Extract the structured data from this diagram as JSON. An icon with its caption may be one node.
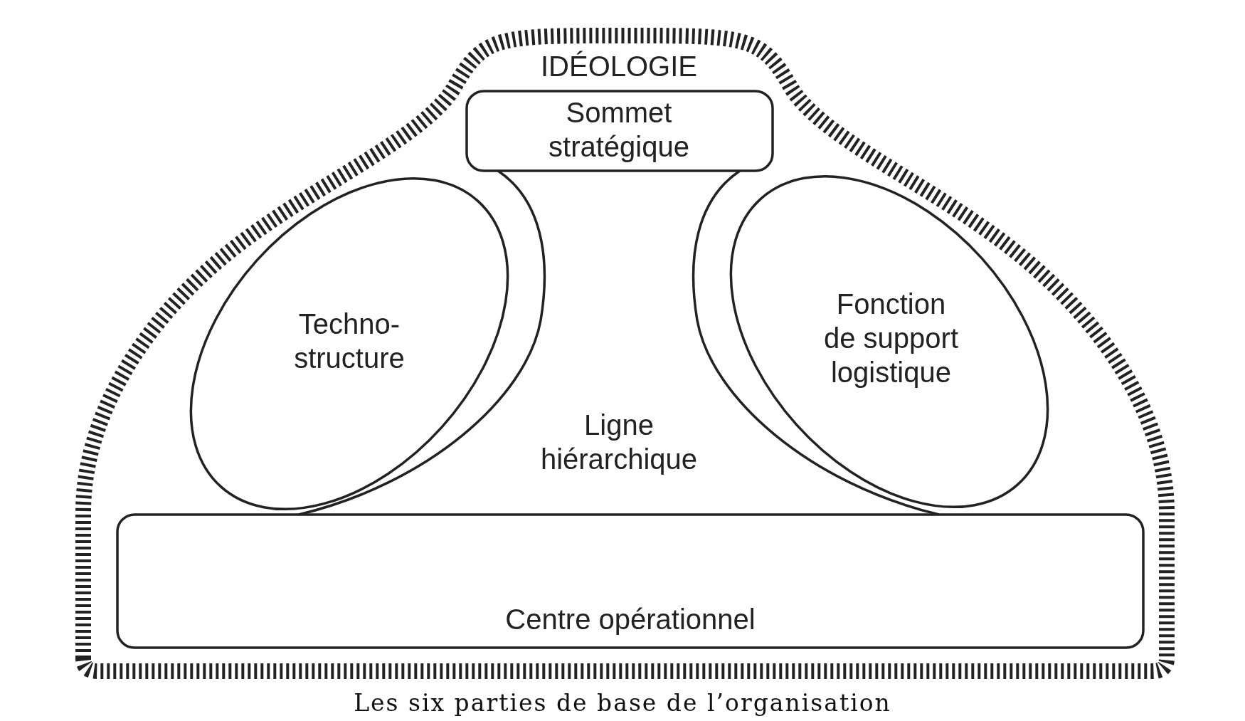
{
  "diagram": {
    "caption": "Les six parties de base de l’organisation",
    "nodes": [
      {
        "text": [
          "IDÉOLOGIE"
        ]
      },
      {
        "text": [
          "Sommet stratégique"
        ],
        "in": 0
      },
      {
        "text": [
          "Techno- structure"
        ],
        "in": 0
      },
      {
        "text": [
          "Fonction de support logistique"
        ],
        "in": 0
      },
      {
        "text": [
          "Ligne hiérarchique"
        ],
        "in": 0
      },
      {
        "text": [
          "Centre opérationnel"
        ],
        "in": 0
      }
    ]
  }
}
